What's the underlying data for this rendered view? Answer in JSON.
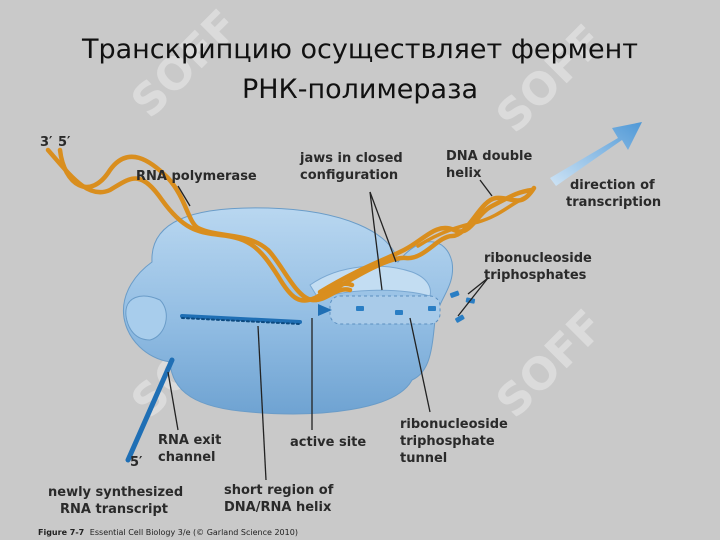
{
  "slide": {
    "title_line1": "Транскрипцию осуществляет фермент",
    "title_line2": "РНК-полимераза"
  },
  "labels": {
    "strand_3": "3′",
    "strand_5_top": "5′",
    "strand_5_bottom": "5′",
    "rna_polymerase": "RNA polymerase",
    "jaws_line1": "jaws in closed",
    "jaws_line2": "configuration",
    "dna_helix_line1": "DNA double",
    "dna_helix_line2": "helix",
    "direction_line1": "direction of",
    "direction_line2": "transcription",
    "rnt_line1": "ribonucleoside",
    "rnt_line2": "triphosphates",
    "exit_line1": "RNA exit",
    "exit_line2": "channel",
    "active_site": "active site",
    "tunnel_line1": "ribonucleoside",
    "tunnel_line2": "triphosphate",
    "tunnel_line3": "tunnel",
    "transcript_line1": "newly synthesized",
    "transcript_line2": "RNA transcript",
    "hybrid_line1": "short region of",
    "hybrid_line2": "DNA/RNA helix"
  },
  "caption": {
    "figure_no": "Figure 7-7",
    "text": "Essential Cell Biology 3/e (© Garland Science 2010)"
  },
  "colors": {
    "background": "#c9c9c9",
    "enzyme": "#9cc4e6",
    "dna": "#d98e1e",
    "rna": "#1f6fb5",
    "arrow": "#5aa0d8"
  }
}
